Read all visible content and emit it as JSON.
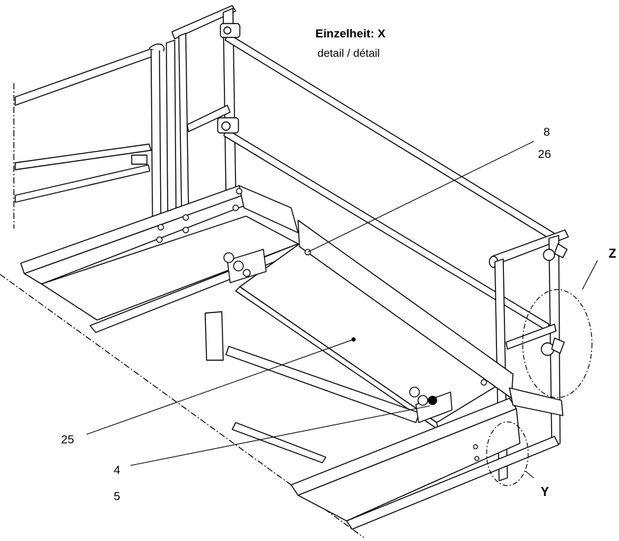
{
  "header": {
    "title": "Einzelheit: X",
    "subtitle": "detail / détail"
  },
  "callouts": {
    "c8": "8",
    "c26": "26",
    "c25": "25",
    "c4": "4",
    "c5": "5"
  },
  "detail_markers": {
    "z": "Z",
    "y": "Y"
  }
}
